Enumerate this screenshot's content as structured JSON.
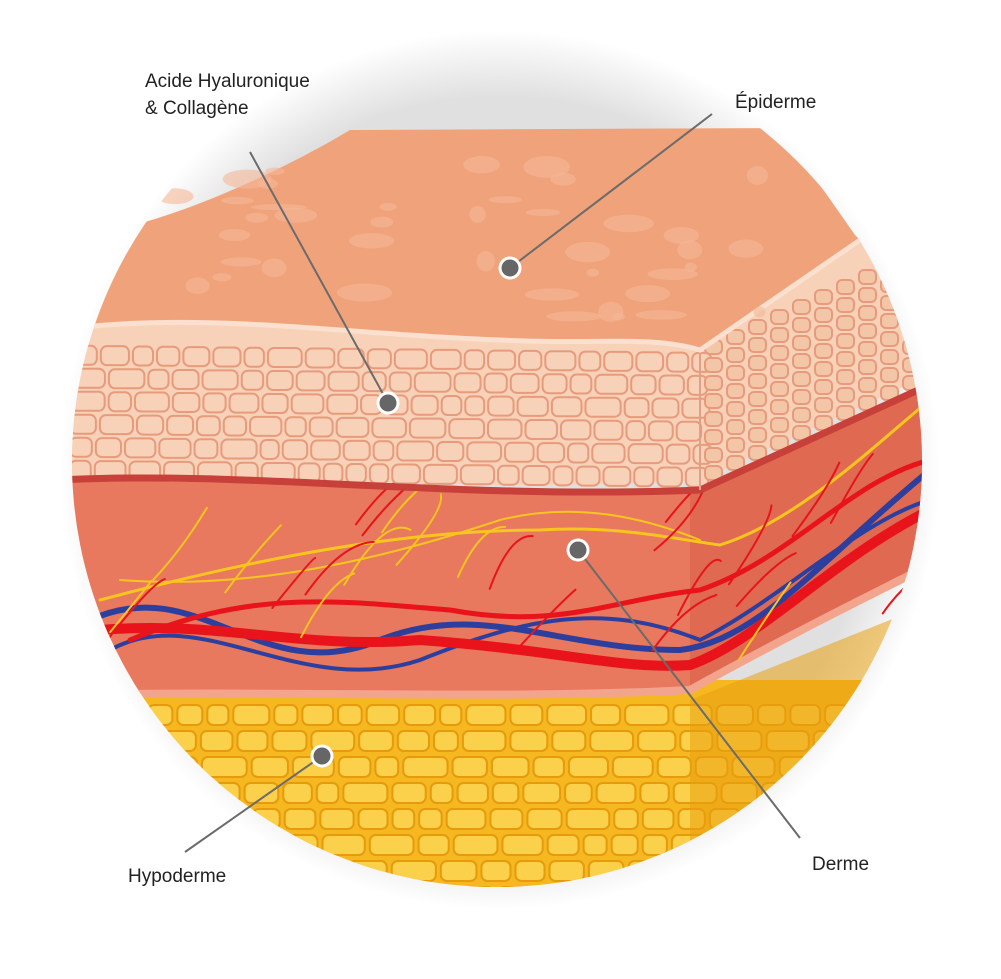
{
  "labels": {
    "hyaluronic_line1": "Acide Hyaluronique",
    "hyaluronic_line2": "& Collagène",
    "epiderme": "Épiderme",
    "derme": "Derme",
    "hypoderme": "Hypoderme"
  },
  "colors": {
    "top_face": "#f0a27a",
    "epidermis_cells": "#f7d2b8",
    "cell_border": "#e89a7c",
    "dermis": "#e8785e",
    "hypodermis": "#f5b820",
    "artery": "#e8131b",
    "vein": "#2c3f9e",
    "nerve": "#f7c51e",
    "pointer": "#6b6b6b"
  }
}
